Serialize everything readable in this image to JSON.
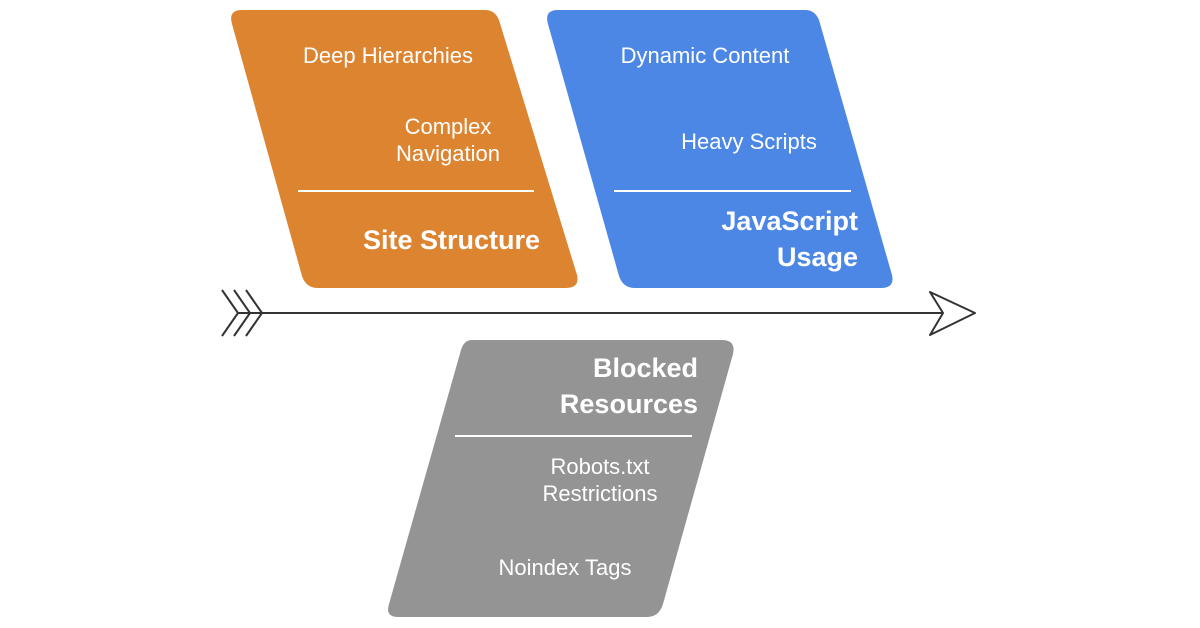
{
  "diagram": {
    "categories": [
      {
        "title": "Site Structure",
        "color": "#DD8431",
        "causes": [
          "Deep Hierarchies",
          "Complex Navigation"
        ]
      },
      {
        "title": "JavaScript Usage",
        "color": "#4C87E5",
        "causes": [
          "Dynamic Content",
          "Heavy Scripts"
        ]
      },
      {
        "title": "Blocked Resources",
        "color": "#949494",
        "causes": [
          "Robots.txt Restrictions",
          "Noindex Tags"
        ]
      }
    ],
    "spine_color": "#333333",
    "divider_color": "#ffffff"
  }
}
